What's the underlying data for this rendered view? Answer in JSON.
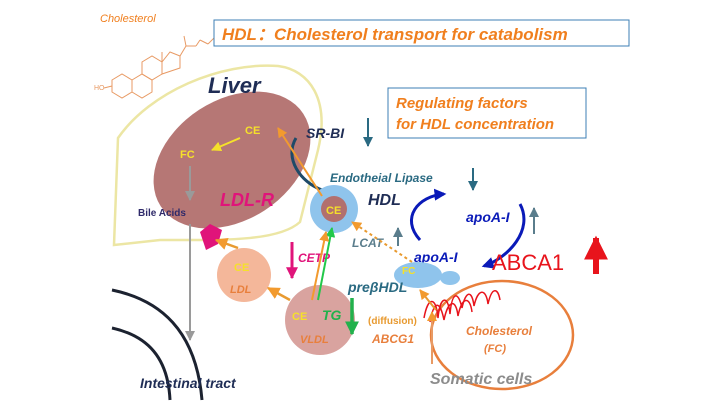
{
  "title": "HDL：Cholesterol transport for catabolism",
  "cholesterol_caption": "Cholesterol",
  "molecule_ho": "HO",
  "regulating_box": {
    "line1": "Regulating factors",
    "line2": "for HDL concentration"
  },
  "labels": {
    "liver": "Liver",
    "ce_liver": "CE",
    "fc_liver": "FC",
    "sr_bi": "SR-BI",
    "ldl_r": "LDL-R",
    "bile_acids": "Bile Acids",
    "endothelial_lipase": "Endotheial Lipase",
    "hdl": "HDL",
    "ce_hdl": "CE",
    "lcat": "LCAT",
    "apoa1_top": "apoA-I",
    "apoa1_bottom": "apoA-I",
    "abca1": "ABCA1",
    "fc_prebeta": "FC",
    "prebeta_hdl": "preβHDL",
    "cetp": "CETP",
    "ce_ldl": "CE",
    "ldl": "LDL",
    "ce_vldl": "CE",
    "tg": "TG",
    "vldl": "VLDL",
    "diffusion": "(diffusion)",
    "abcg1": "ABCG1",
    "cell_cholesterol": "Cholesterol",
    "cell_fc": "(FC)",
    "somatic_cells": "Somatic cells",
    "intestinal_tract": "Intestinal tract"
  },
  "colors": {
    "title_orange": "#f07f1e",
    "liver_fill": "#b2706e",
    "navy": "#1f2d55",
    "teal": "#2a6a82",
    "magenta": "#e0147a",
    "green": "#22b14c",
    "red": "#e8141c",
    "blue": "#0a1ab8",
    "cell_orange": "#e87f3c",
    "gray": "#8c8c8c"
  }
}
